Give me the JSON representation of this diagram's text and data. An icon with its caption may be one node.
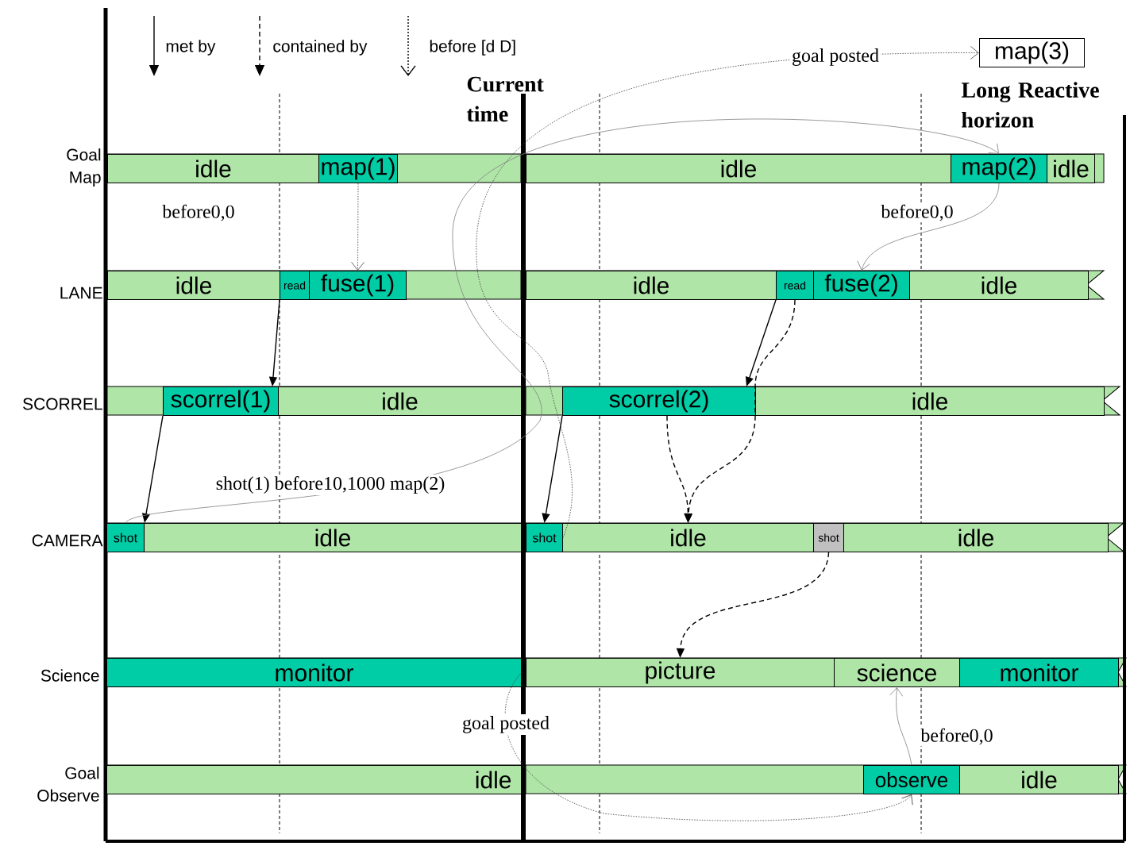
{
  "diagram": {
    "nodes": [
      {
        "text": [
          "idle"
        ]
      },
      {
        "text": [
          "map(1)"
        ]
      },
      {
        "text": [
          "idle"
        ]
      },
      {
        "text": [
          "map(2)"
        ]
      },
      {
        "text": [
          "idle"
        ]
      },
      {
        "text": [
          "map(3)"
        ]
      },
      {
        "text": [
          "idle"
        ]
      },
      {
        "text": [
          "read"
        ]
      },
      {
        "text": [
          "fuse(1)"
        ]
      },
      {
        "text": [
          "idle"
        ]
      },
      {
        "text": [
          "read"
        ]
      },
      {
        "text": [
          "fuse(2)"
        ]
      },
      {
        "text": [
          "idle"
        ]
      },
      {
        "text": [
          "scorrel(1)"
        ]
      },
      {
        "text": [
          "idle"
        ]
      },
      {
        "text": [
          "scorrel(2)"
        ]
      },
      {
        "text": [
          "idle"
        ]
      },
      {
        "text": [
          "shot"
        ]
      },
      {
        "text": [
          "idle"
        ]
      },
      {
        "text": [
          "shot"
        ]
      },
      {
        "text": [
          "idle"
        ]
      },
      {
        "text": [
          "shot"
        ]
      },
      {
        "text": [
          "idle"
        ]
      },
      {
        "text": [
          "monitor"
        ]
      },
      {
        "text": [
          "picture"
        ]
      },
      {
        "text": [
          "science"
        ]
      },
      {
        "text": [
          "monitor"
        ]
      },
      {
        "text": [
          "idle"
        ]
      },
      {
        "text": [
          "observe"
        ]
      },
      {
        "text": [
          "idle"
        ]
      }
    ],
    "edges": [
      {
        "from": 1,
        "to": 8,
        "arrow": "to",
        "style": "dashed",
        "color": "#404040"
      },
      {
        "from": 7,
        "to": 13,
        "arrow": "to"
      },
      {
        "from": 13,
        "to": 17,
        "arrow": "to"
      },
      {
        "from": 17,
        "to": 3,
        "arrow": "to",
        "label": "shot(1) before10,1000 map(2)",
        "color": "#808080"
      },
      {
        "from": 3,
        "to": 11,
        "arrow": "to",
        "label": "before0,0",
        "color": "#808080"
      },
      {
        "from": 10,
        "to": 15,
        "arrow": "to"
      },
      {
        "from": 10,
        "to": 20,
        "arrow": "to",
        "style": "dashed"
      },
      {
        "from": 15,
        "to": 20,
        "arrow": "to",
        "style": "dashed"
      },
      {
        "from": 15,
        "to": 19,
        "arrow": "to"
      },
      {
        "from": 19,
        "to": 5,
        "arrow": "to",
        "label": "goal posted",
        "style": "dashed",
        "color": "#404040"
      },
      {
        "from": 21,
        "to": 24,
        "arrow": "to",
        "style": "dashed"
      },
      {
        "from": 23,
        "to": 28,
        "arrow": "to",
        "label": "goal posted",
        "style": "dashed",
        "color": "#404040"
      },
      {
        "from": 28,
        "to": 25,
        "arrow": "to",
        "label": "before0,0",
        "color": "#808080"
      }
    ],
    "labels": [
      "Goal Map",
      "LANE",
      "SCORREL",
      "CAMERA",
      "Science",
      "Goal Observe",
      "Current time",
      "Long Reactive horizon",
      "before0,0"
    ],
    "legend": [
      {
        "text": "met by"
      },
      {
        "text": "contained by"
      },
      {
        "text": "before [d D]"
      }
    ]
  }
}
